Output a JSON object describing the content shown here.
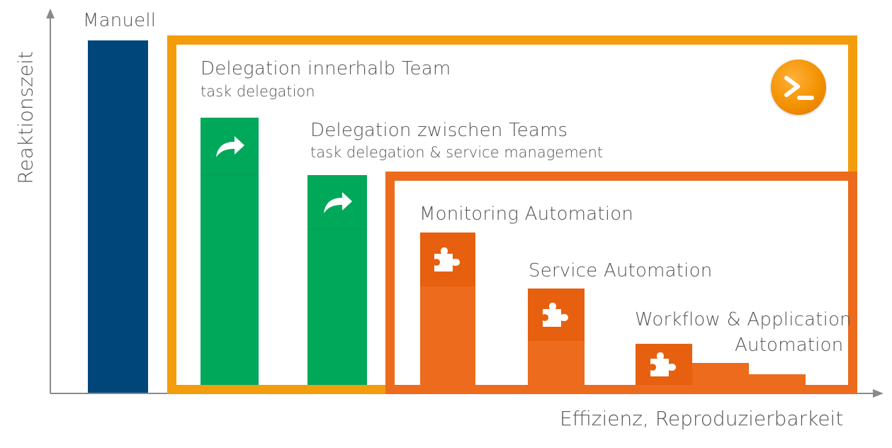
{
  "axes": {
    "y_label": "Reaktionszeit",
    "x_label": "Effizienz, Reproduzierbarkeit"
  },
  "labels": {
    "manual": "Manuell",
    "delegation_team_title": "Delegation innerhalb Team",
    "delegation_team_sub": "task delegation",
    "delegation_between_title": "Delegation zwischen Teams",
    "delegation_between_sub": "task delegation & service management",
    "monitoring": "Monitoring Automation",
    "service": "Service Automation",
    "workflow_line1": "Workflow & Application",
    "workflow_line2": "Automation"
  },
  "colors": {
    "axis": "#8a8a8a",
    "manual_bar": "#00467a",
    "green_bar": "#00a85a",
    "green_icon_tile": "#00a85a",
    "orange_bar": "#ec6b1c",
    "orange_icon_tile": "#e6600f",
    "delegation_frame": "#f39c0c",
    "automation_frame": "#ec6b1c",
    "powershell_badge": "#f18a00"
  },
  "icons": {
    "delegation_icon": "share-arrow-icon",
    "automation_icon": "puzzle-piece-icon",
    "badge_icon": "powershell-prompt-icon"
  }
}
